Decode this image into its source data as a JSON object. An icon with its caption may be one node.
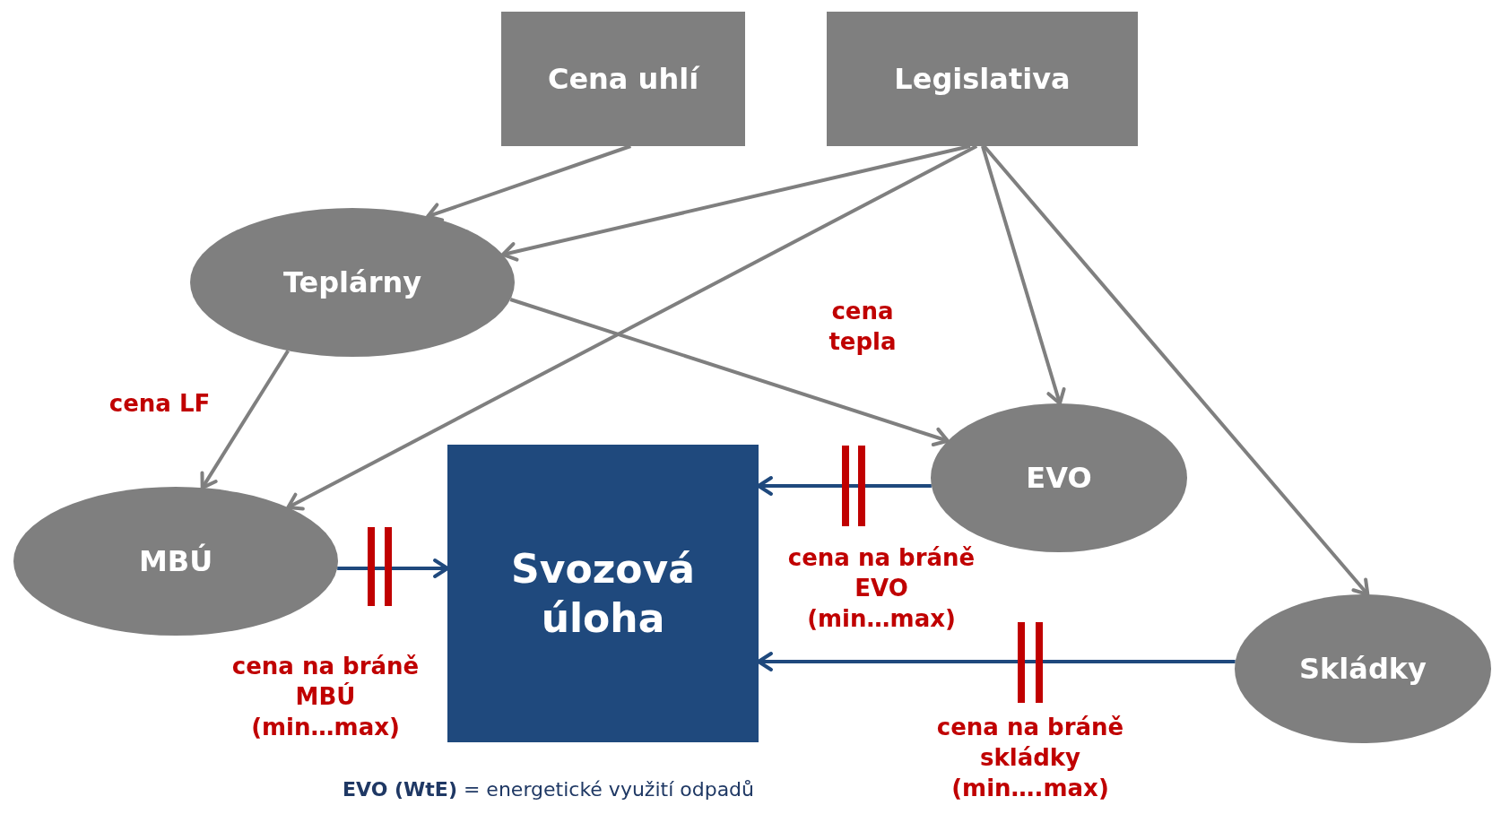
{
  "diagram": {
    "nodes": [
      {
        "text": [
          "Cena uhlí"
        ]
      },
      {
        "text": [
          "Legislativa"
        ]
      },
      {
        "text": [
          "Teplárny"
        ]
      },
      {
        "text": [
          "EVO"
        ]
      },
      {
        "text": [
          "MBÚ"
        ]
      },
      {
        "text": [
          "Svozová úloha"
        ]
      },
      {
        "text": [
          "Skládky"
        ]
      }
    ],
    "edges": [
      {
        "from": 0,
        "to": 2,
        "arrow": "to"
      },
      {
        "from": 1,
        "to": 2,
        "arrow": "to"
      },
      {
        "from": 1,
        "to": 4,
        "arrow": "to"
      },
      {
        "from": 1,
        "to": 3,
        "arrow": "to"
      },
      {
        "from": 1,
        "to": 6,
        "arrow": "to"
      },
      {
        "from": 2,
        "to": 3,
        "arrow": "to",
        "label": "cena tepla"
      },
      {
        "from": 2,
        "to": 4,
        "arrow": "to",
        "label": "cena LF"
      },
      {
        "from": 4,
        "to": 5,
        "arrow": "to",
        "label": "cena na bráně MBÚ (min…max)",
        "color": "#1f497d"
      },
      {
        "from": 3,
        "to": 5,
        "arrow": "to",
        "label": "cena na bráně EVO (min…max)",
        "color": "#1f497d"
      },
      {
        "from": 6,
        "to": 5,
        "arrow": "to",
        "label": "cena na bráně skládky (min….max)",
        "color": "#1f497d"
      }
    ],
    "labels": [
      "**EVO (WtE)** = energetické využití odpadů"
    ]
  }
}
